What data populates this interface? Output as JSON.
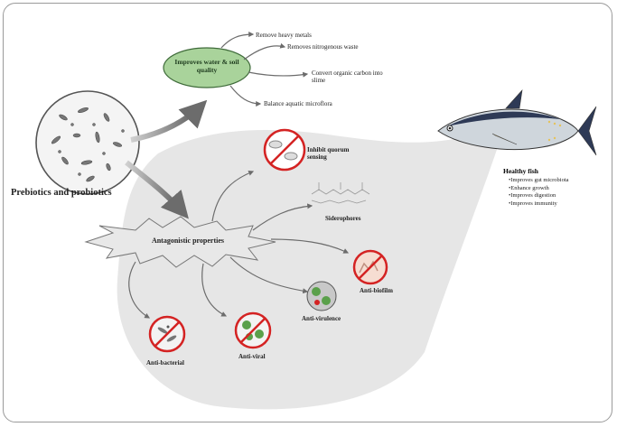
{
  "main_title": "Prebiotics and probiotics",
  "water_soil": {
    "center_label": "Improves water & soil quality",
    "effects": [
      "Remove heavy metals",
      "Removes nitrogenous waste",
      "Convert organic carbon into slime",
      "Balance aquatic microflora"
    ]
  },
  "antagonistic": {
    "label": "Antagonistic properties",
    "effects": [
      "Inhibit quorum sensing",
      "Siderophores",
      "Anti-biofilm",
      "Anti-virulence",
      "Anti-viral",
      "Anti-bacterial"
    ]
  },
  "healthy_fish": {
    "title": "Healthy fish",
    "benefits": [
      "Improves gut microbiota",
      "Enhance growth",
      "Improves digestion",
      "Improves immunity"
    ]
  },
  "colors": {
    "ellipse_fill": "#a9d39b",
    "shaded_area": "#e6e6e6",
    "prohibition_red": "#d42323",
    "arrow_gray": "#6c6c6c"
  }
}
